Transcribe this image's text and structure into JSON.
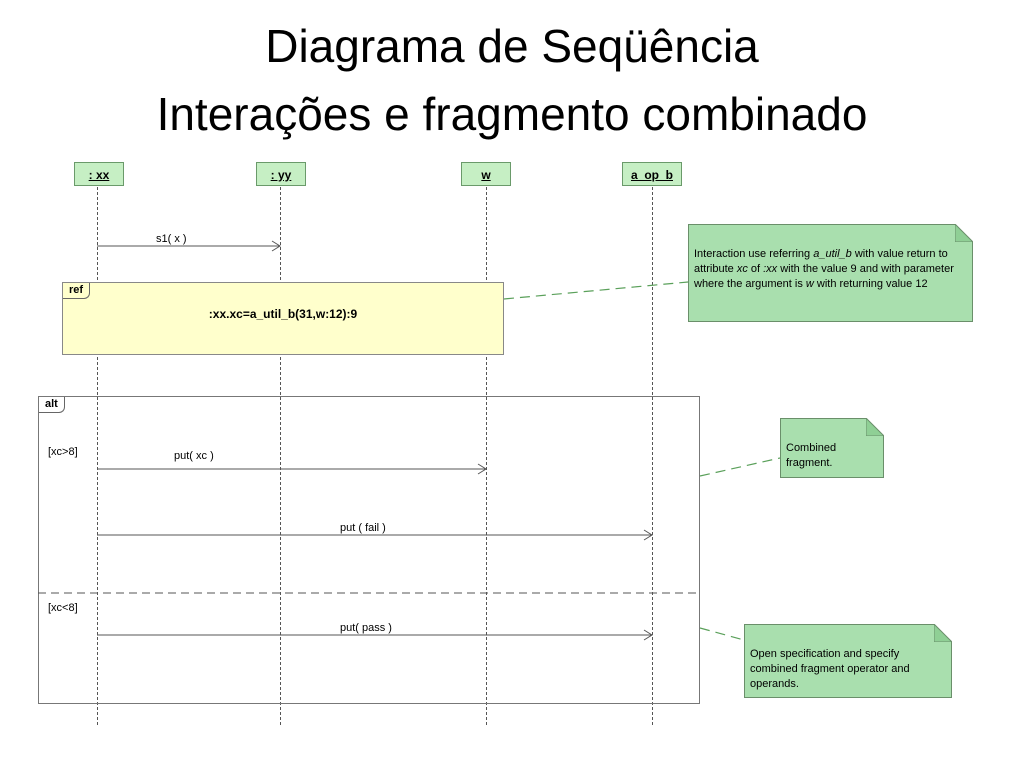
{
  "slide": {
    "title_line1": "Diagrama de Seqüência",
    "title_line2": "Interações e fragmento combinado"
  },
  "lifelines": [
    {
      "label": ": xx"
    },
    {
      "label": ": yy"
    },
    {
      "label": "w"
    },
    {
      "label": "a_op_b"
    }
  ],
  "messages": {
    "s1": "s1( x )",
    "put_xc": "put( xc )",
    "put_fail": "put ( fail )",
    "put_pass": "put( pass )"
  },
  "ref_fragment": {
    "tag": "ref",
    "text": ":xx.xc=a_util_b(31,w:12):9"
  },
  "alt_fragment": {
    "tag": "alt",
    "guard1": "[xc>8]",
    "guard2": "[xc<8]"
  },
  "notes": {
    "interaction_use": {
      "p1": "Interaction use referring ",
      "i1": "a_util_b",
      "p2": " with value return to attribute ",
      "i2": "xc",
      "p3": " of ",
      "i3": ":xx",
      "p4": " with the value 9 and with parameter where the argument is ",
      "i4": "w",
      "p5": " with returning value 12"
    },
    "combined": "Combined fragment.",
    "open_spec": "Open specification and specify combined fragment operator and operands."
  },
  "colors": {
    "lifeline_head": "#c6efc4",
    "ref_fill": "#ffffcc",
    "note_fill": "#a9dfae",
    "connector": "#5aa05a"
  }
}
